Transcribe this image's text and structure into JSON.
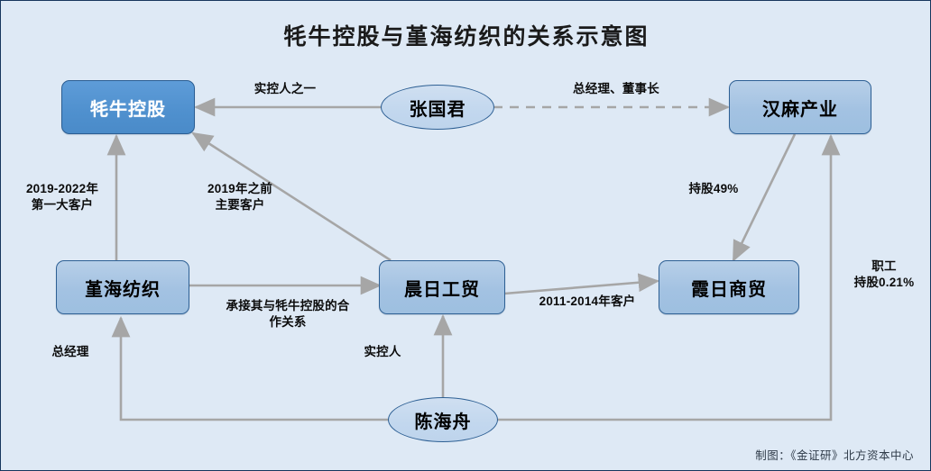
{
  "diagram": {
    "title": "牦牛控股与堇海纺织的关系示意图",
    "credit": "制图：《金证研》北方资本中心",
    "colors": {
      "background": "#dee9f5",
      "primary_box_fill": "#4f90ce",
      "box_fill": "#a3c2e2",
      "ellipse_fill": "#c2d7ee",
      "border": "#2e6094",
      "connector": "#a6a6a6"
    },
    "nodes": [
      {
        "id": "maoniu",
        "label": "牦牛控股",
        "shape": "box-primary"
      },
      {
        "id": "zhangguojun",
        "label": "张国君",
        "shape": "ellipse"
      },
      {
        "id": "hanma",
        "label": "汉麻产业",
        "shape": "box"
      },
      {
        "id": "jinhai",
        "label": "堇海纺织",
        "shape": "box"
      },
      {
        "id": "chenri",
        "label": "晨日工贸",
        "shape": "box"
      },
      {
        "id": "xiari",
        "label": "霞日商贸",
        "shape": "box"
      },
      {
        "id": "chenhaizhou",
        "label": "陈海舟",
        "shape": "ellipse"
      }
    ],
    "edge_labels": [
      {
        "id": "l-shikong-zhiyi",
        "text": "实控人之一",
        "from": "zhangguojun",
        "to": "maoniu"
      },
      {
        "id": "l-zongjingli-dongshizhang",
        "text": "总经理、董事长",
        "from": "zhangguojun",
        "to": "hanma",
        "style": "dashed"
      },
      {
        "id": "l-diyi-kehu",
        "text": "2019-2022年\n第一大客户",
        "from": "jinhai",
        "to": "maoniu"
      },
      {
        "id": "l-zhuyao-kehu",
        "text": "2019年之前\n主要客户",
        "from": "chenri",
        "to": "maoniu"
      },
      {
        "id": "l-chengjie",
        "text": "承接其与牦牛控股的合\n作关系",
        "from": "jinhai",
        "to": "chenri"
      },
      {
        "id": "l-2011-kehu",
        "text": "2011-2014年客户",
        "from": "chenri",
        "to": "xiari"
      },
      {
        "id": "l-chigu49",
        "text": "持股49%",
        "from": "hanma",
        "to": "xiari"
      },
      {
        "id": "l-zhigong-chigu",
        "text": "职工\n持股0.21%",
        "from": "chenhaizhou",
        "to": "hanma"
      },
      {
        "id": "l-zongjingli",
        "text": "总经理",
        "from": "chenhaizhou",
        "to": "jinhai"
      },
      {
        "id": "l-shikongren",
        "text": "实控人",
        "from": "chenhaizhou",
        "to": "chenri"
      }
    ]
  }
}
